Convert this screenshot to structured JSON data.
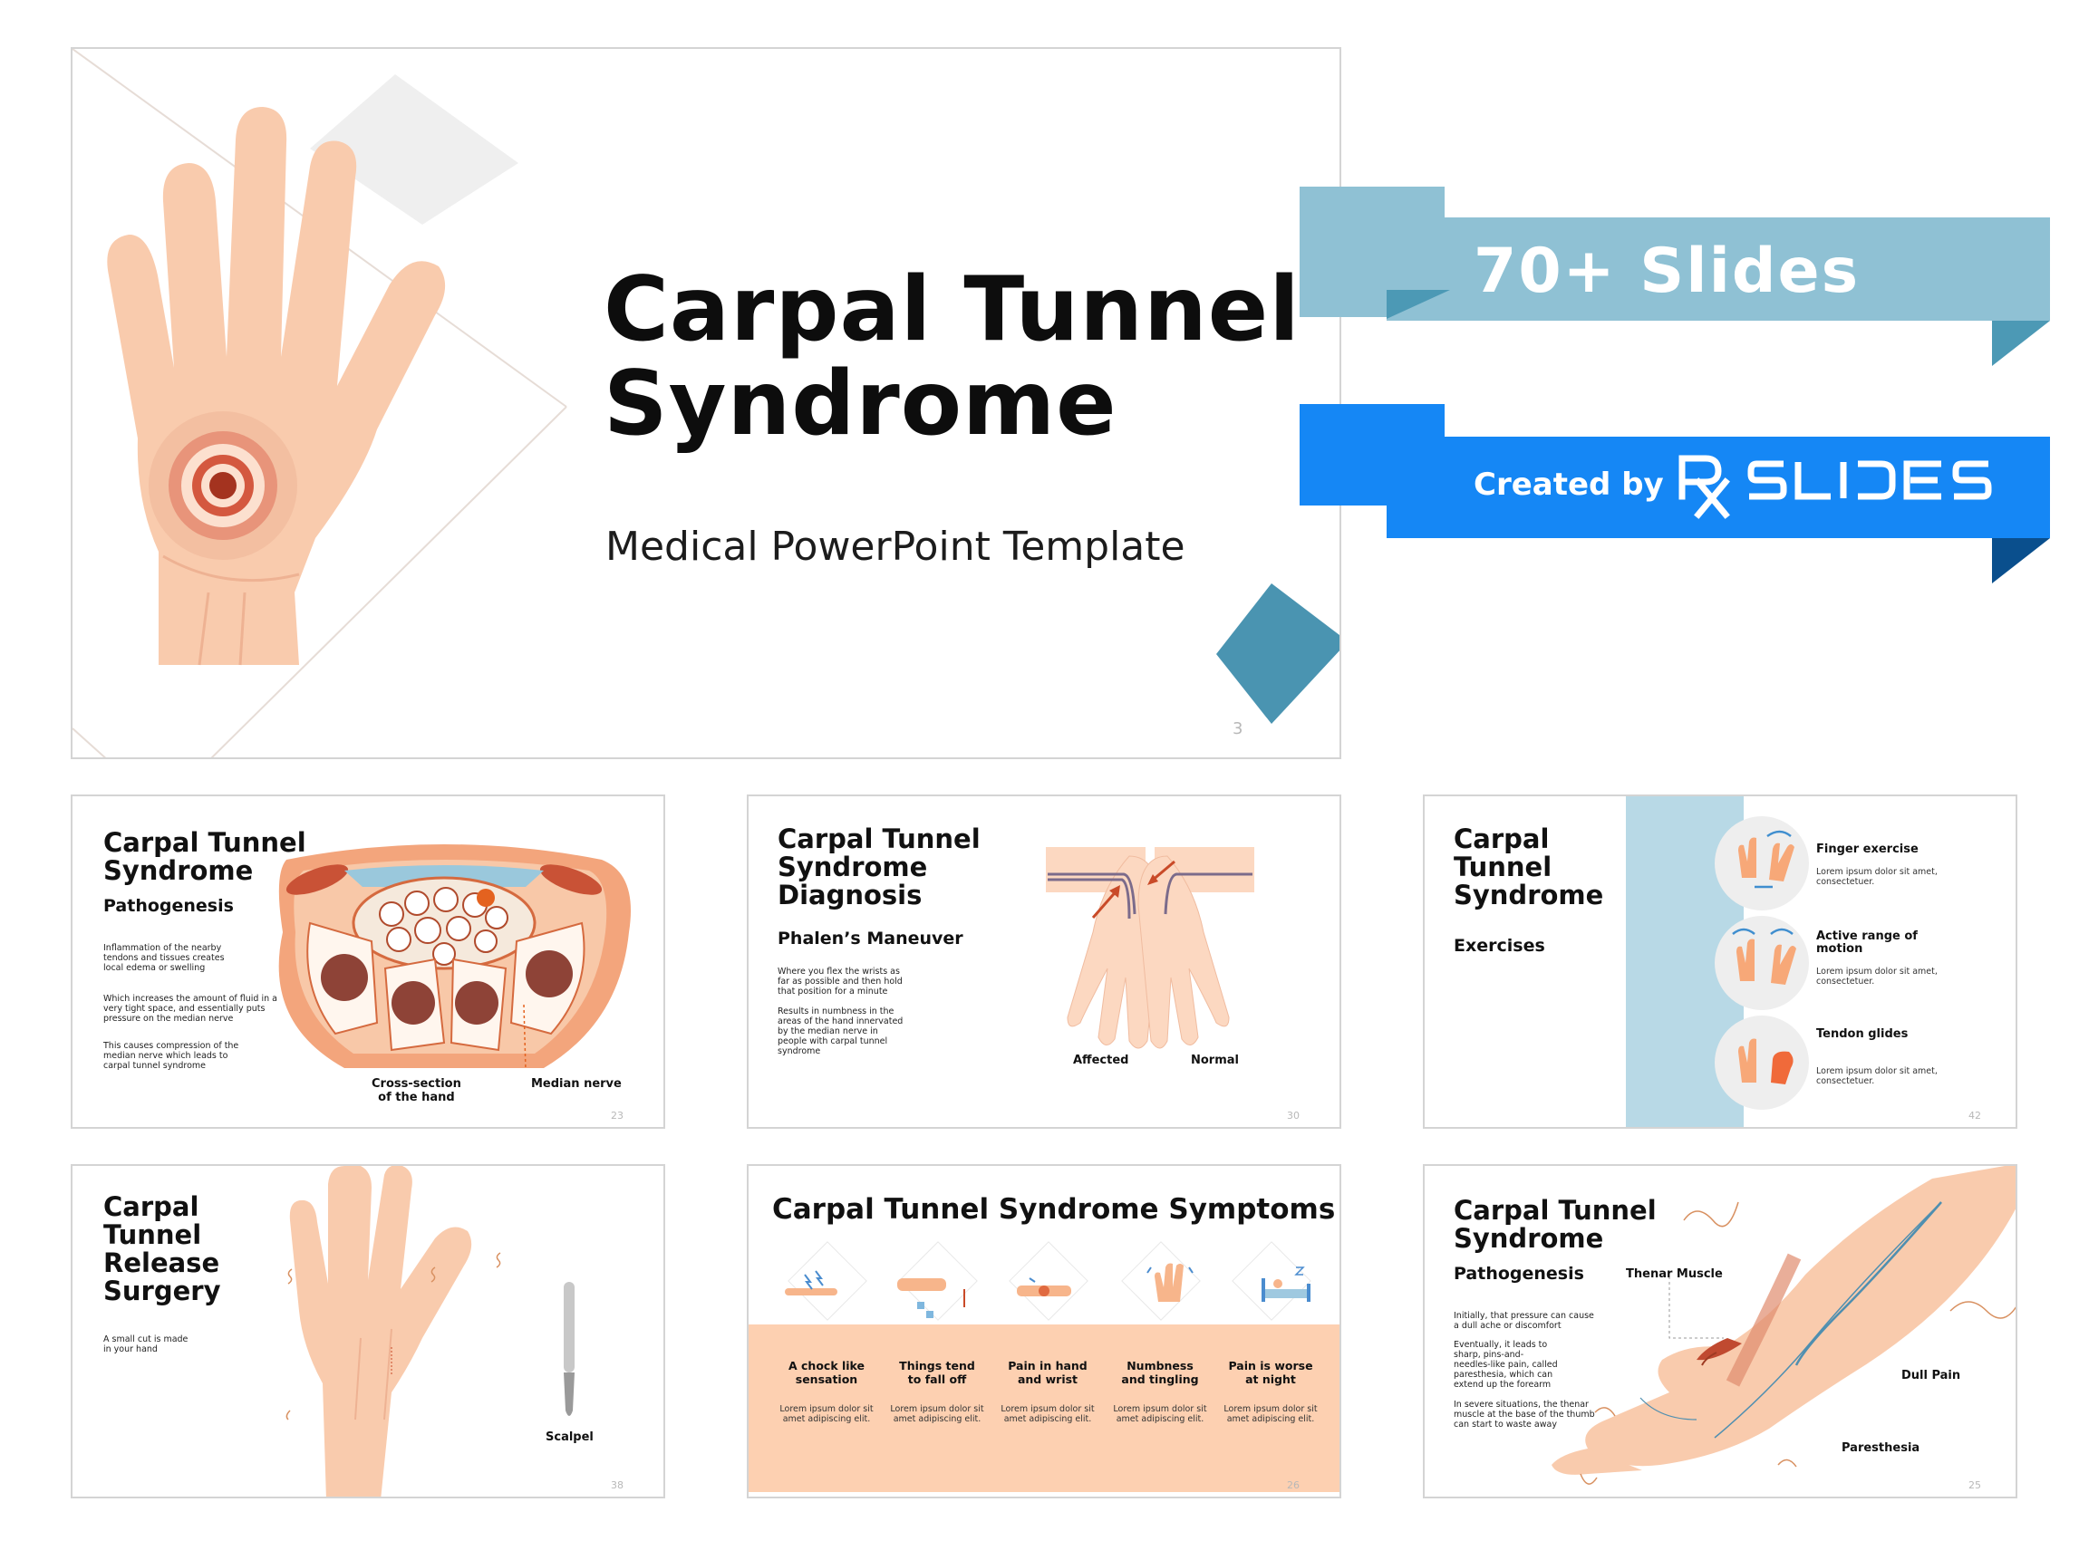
{
  "main": {
    "title_line1": "Carpal Tunnel",
    "title_line2": "Syndrome",
    "subtitle": "Medical PowerPoint Template",
    "page_number": "3"
  },
  "ribbons": {
    "slides_count": "70+ Slides",
    "created_by": "Created by",
    "brand": "RxSLIDES",
    "colors": {
      "light": "#8fc1d4",
      "light_fold": "#4c99b5",
      "dark": "#1587f5",
      "dark_fold": "#0a4f8d"
    }
  },
  "slides": {
    "pathogenesis": {
      "title": [
        "Carpal Tunnel",
        "Syndrome"
      ],
      "subtitle": "Pathogenesis",
      "paragraphs": [
        [
          "Inflammation of the nearby",
          "tendons and tissues creates",
          "local edema or swelling"
        ],
        [
          "Which increases the amount of fluid in a",
          "very tight space, and essentially puts",
          "pressure on the median nerve"
        ],
        [
          "This causes compression of the",
          "median nerve which leads to",
          "carpal tunnel syndrome"
        ]
      ],
      "label_cross_section": [
        "Cross-section",
        "of the hand"
      ],
      "label_median": "Median nerve",
      "page_number": "23"
    },
    "diagnosis": {
      "title": [
        "Carpal Tunnel",
        "Syndrome",
        "Diagnosis"
      ],
      "subtitle": "Phalen’s Maneuver",
      "paragraphs": [
        [
          "Where you flex the wrists as",
          "far as possible and then hold",
          "that position for a minute"
        ],
        [
          "Results in numbness in the",
          "areas of the hand innervated",
          "by the median nerve in",
          "people with carpal tunnel",
          "syndrome"
        ]
      ],
      "label_affected": "Affected",
      "label_normal": "Normal",
      "page_number": "30"
    },
    "exercises": {
      "title": [
        "Carpal",
        "Tunnel",
        "Syndrome"
      ],
      "subtitle": "Exercises",
      "items": [
        {
          "heading": [
            "Finger exercise"
          ],
          "body": [
            "Lorem ipsum dolor sit amet,",
            "consectetuer."
          ]
        },
        {
          "heading": [
            "Active range of",
            "motion"
          ],
          "body": [
            "Lorem ipsum dolor sit amet,",
            "consectetuer."
          ]
        },
        {
          "heading": [
            "Tendon glides"
          ],
          "body": [
            "Lorem ipsum dolor sit amet,",
            "consectetuer."
          ]
        }
      ],
      "page_number": "42"
    },
    "surgery": {
      "title": [
        "Carpal",
        "Tunnel",
        "Release",
        "Surgery"
      ],
      "paragraph": [
        "A small cut is made",
        "in your hand"
      ],
      "label_scalpel": "Scalpel",
      "page_number": "38"
    },
    "symptoms": {
      "title": "Carpal Tunnel Syndrome Symptoms",
      "items": [
        {
          "heading": [
            "A chock like",
            "sensation"
          ],
          "body": [
            "Lorem ipsum dolor sit",
            "amet adipiscing elit."
          ]
        },
        {
          "heading": [
            "Things tend",
            "to fall off"
          ],
          "body": [
            "Lorem ipsum dolor sit",
            "amet adipiscing elit."
          ]
        },
        {
          "heading": [
            "Pain in hand",
            "and wrist"
          ],
          "body": [
            "Lorem ipsum dolor sit",
            "amet adipiscing elit."
          ]
        },
        {
          "heading": [
            "Numbness",
            "and tingling"
          ],
          "body": [
            "Lorem ipsum dolor sit",
            "amet adipiscing elit."
          ]
        },
        {
          "heading": [
            "Pain is worse",
            "at night"
          ],
          "body": [
            "Lorem ipsum dolor sit",
            "amet adipiscing elit."
          ]
        }
      ],
      "page_number": "26"
    },
    "pathogenesis2": {
      "title": [
        "Carpal Tunnel",
        "Syndrome"
      ],
      "subtitle": "Pathogenesis",
      "paragraphs": [
        [
          "Initially, that pressure can cause",
          "a dull ache or discomfort"
        ],
        [
          "Eventually, it leads to",
          "sharp, pins-and-",
          "needles-like pain, called",
          "paresthesia, which can",
          "extend up the forearm"
        ],
        [
          "In severe situations, the thenar",
          "muscle at the base of the thumb",
          "can start to waste away"
        ]
      ],
      "label_thenar": "Thenar Muscle",
      "label_dull": "Dull Pain",
      "label_paresthesia": "Paresthesia",
      "page_number": "25"
    }
  }
}
